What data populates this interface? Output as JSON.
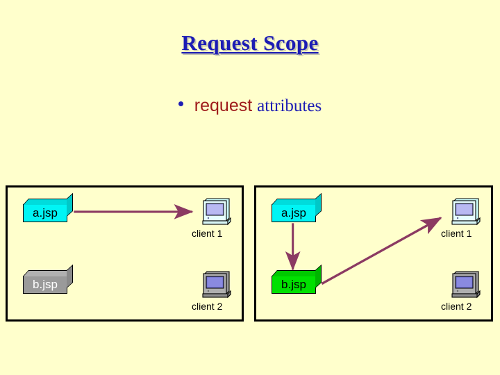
{
  "slide": {
    "title": "Request Scope",
    "background_color": "#FFFFCC",
    "title_color": "#1C1CB4"
  },
  "bullet": {
    "marker": "bullet-dot",
    "emphasis_word": "request",
    "emphasis_color": "#9E1B1B",
    "rest_word": "attributes",
    "rest_color": "#1C1CB4"
  },
  "diagram": {
    "arrow_color": "#8B3A62",
    "panels": [
      {
        "name": "left-panel",
        "nodes": [
          {
            "id": "a-jsp",
            "label": "a.jsp",
            "state": "active",
            "color": "#00F5F5"
          },
          {
            "id": "b-jsp",
            "label": "b.jsp",
            "state": "inactive",
            "color": "#9A9A9A"
          }
        ],
        "clients": [
          {
            "id": "client-1",
            "label": "client 1",
            "state": "active",
            "color": "#CCFFFF"
          },
          {
            "id": "client-2",
            "label": "client 2",
            "state": "inactive",
            "color": "#9A9A9A"
          }
        ],
        "arrows": [
          {
            "from": "a-jsp",
            "to": "client-1",
            "direction": "horizontal"
          }
        ]
      },
      {
        "name": "right-panel",
        "nodes": [
          {
            "id": "a-jsp",
            "label": "a.jsp",
            "state": "active",
            "color": "#00F5F5"
          },
          {
            "id": "b-jsp",
            "label": "b.jsp",
            "state": "active",
            "color": "#00E000"
          }
        ],
        "clients": [
          {
            "id": "client-1",
            "label": "client 1",
            "state": "active",
            "color": "#CCFFFF"
          },
          {
            "id": "client-2",
            "label": "client 2",
            "state": "inactive",
            "color": "#9A9A9A"
          }
        ],
        "arrows": [
          {
            "from": "a-jsp",
            "to": "b-jsp",
            "direction": "vertical"
          },
          {
            "from": "b-jsp",
            "to": "client-1",
            "direction": "diagonal"
          }
        ]
      }
    ]
  }
}
